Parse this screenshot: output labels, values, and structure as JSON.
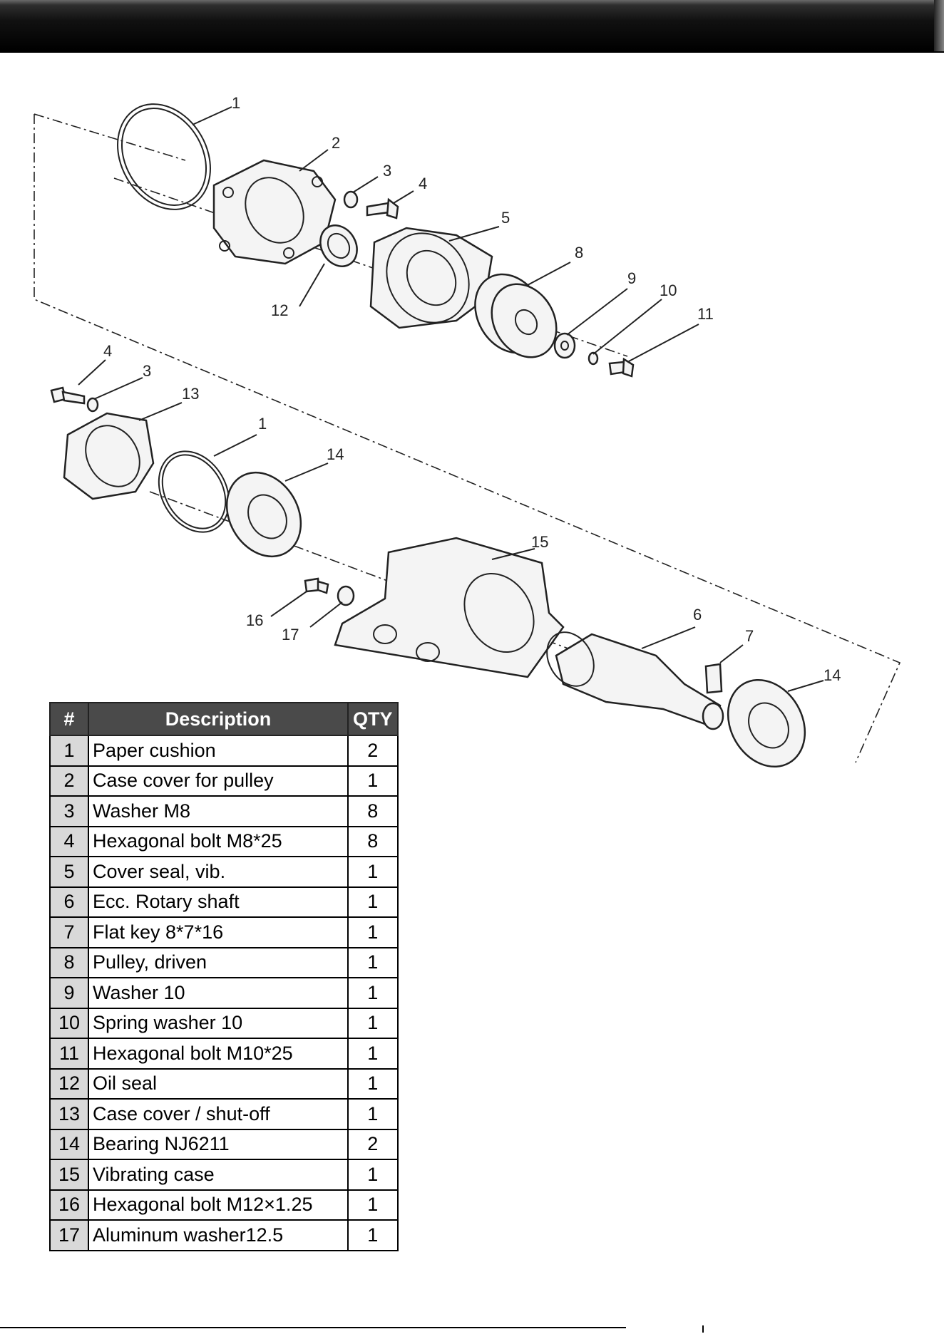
{
  "diagram_labels": [
    {
      "id": "c1",
      "text": "1"
    },
    {
      "id": "c2",
      "text": "2"
    },
    {
      "id": "c3",
      "text": "3"
    },
    {
      "id": "c4",
      "text": "4"
    },
    {
      "id": "c5",
      "text": "5"
    },
    {
      "id": "c8",
      "text": "8"
    },
    {
      "id": "c9",
      "text": "9"
    },
    {
      "id": "c10",
      "text": "10"
    },
    {
      "id": "c11",
      "text": "11"
    },
    {
      "id": "c12",
      "text": "12"
    },
    {
      "id": "c4b",
      "text": "4"
    },
    {
      "id": "c3b",
      "text": "3"
    },
    {
      "id": "c13",
      "text": "13"
    },
    {
      "id": "c1b",
      "text": "1"
    },
    {
      "id": "c14",
      "text": "14"
    },
    {
      "id": "c15",
      "text": "15"
    },
    {
      "id": "c6",
      "text": "6"
    },
    {
      "id": "c7",
      "text": "7"
    },
    {
      "id": "c14b",
      "text": "14"
    },
    {
      "id": "c16",
      "text": "16"
    },
    {
      "id": "c17",
      "text": "17"
    }
  ],
  "parts_table": {
    "headers": {
      "num": "#",
      "desc": "Description",
      "qty": "QTY"
    },
    "rows": [
      {
        "num": "1",
        "desc": "Paper cushion",
        "qty": "2"
      },
      {
        "num": "2",
        "desc": "Case cover for pulley",
        "qty": "1"
      },
      {
        "num": "3",
        "desc": "Washer M8",
        "qty": "8"
      },
      {
        "num": "4",
        "desc": "Hexagonal bolt M8*25",
        "qty": "8"
      },
      {
        "num": "5",
        "desc": "Cover seal, vib.",
        "qty": "1"
      },
      {
        "num": "6",
        "desc": "Ecc. Rotary shaft",
        "qty": "1"
      },
      {
        "num": "7",
        "desc": "Flat key 8*7*16",
        "qty": "1"
      },
      {
        "num": "8",
        "desc": "Pulley, driven",
        "qty": "1"
      },
      {
        "num": "9",
        "desc": "Washer 10",
        "qty": "1"
      },
      {
        "num": "10",
        "desc": "Spring washer 10",
        "qty": "1"
      },
      {
        "num": "11",
        "desc": "Hexagonal bolt M10*25",
        "qty": "1"
      },
      {
        "num": "12",
        "desc": "Oil seal",
        "qty": "1"
      },
      {
        "num": "13",
        "desc": "Case cover / shut-off",
        "qty": "1"
      },
      {
        "num": "14",
        "desc": "Bearing NJ6211",
        "qty": "2"
      },
      {
        "num": "15",
        "desc": "Vibrating case",
        "qty": "1"
      },
      {
        "num": "16",
        "desc": "Hexagonal bolt M12×1.25",
        "qty": "1"
      },
      {
        "num": "17",
        "desc": "Aluminum washer12.5",
        "qty": "1"
      }
    ]
  }
}
